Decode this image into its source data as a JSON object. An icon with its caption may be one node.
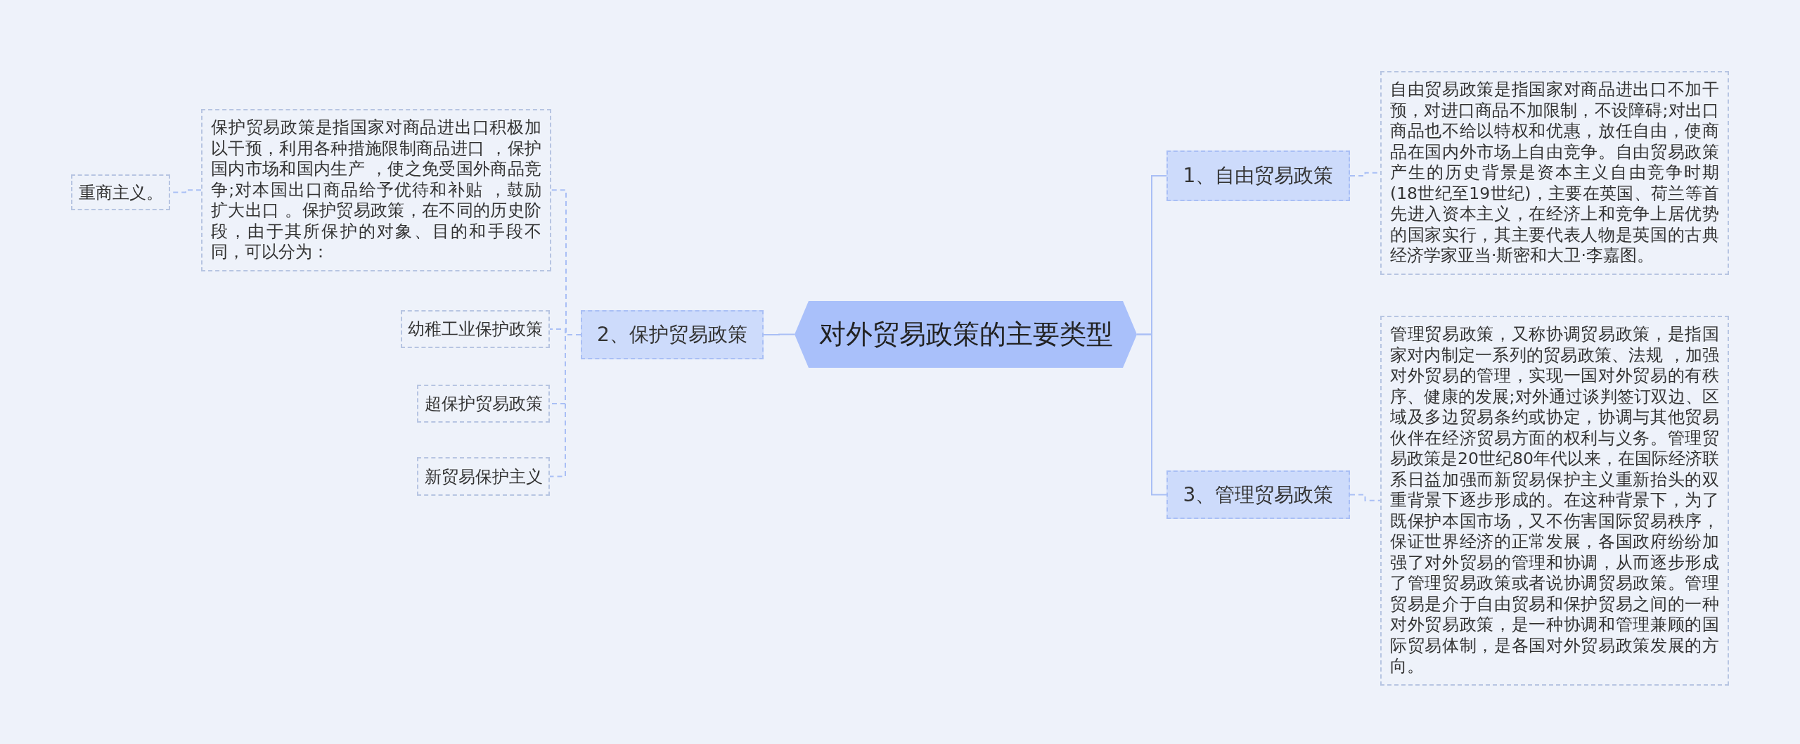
{
  "diagram": {
    "nodes": [
      {
        "text": [
          "对外贸易政策的主要类型"
        ]
      },
      {
        "text": [
          "1、自由贸易政策"
        ]
      },
      {
        "text": [
          "自由贸易政策是指国家对商品进出口不加干预，对进口商品不加限制，不设障碍;对出口商品也不给以特权和优惠，放任自由，使商品在国内外市场上自由竞争。自由贸易政策产生的历史背景是资本主义自由竞争时期(18世纪至19世纪)，主要在英国、荷兰等首先进入资本主义，在经济上和竞争上居优势的国家实行，其主要代表人物是英国的古典经济学家亚当·斯密和大卫·李嘉图。"
        ]
      },
      {
        "text": [
          "2、保护贸易政策"
        ]
      },
      {
        "text": [
          "保护贸易政策是指国家对商品进出口积极加以干预，利用各种措施限制商品进口 ，保护国内市场和国内生产 ，使之免受国外商品竞争;对本国出口商品给予优待和补贴 ，鼓励扩大出口 。保护贸易政策，在不同的历史阶段，由于其所保护的对象、目的和手段不同，可以分为："
        ]
      },
      {
        "text": [
          "重商主义。"
        ]
      },
      {
        "text": [
          "幼稚工业保护政策"
        ]
      },
      {
        "text": [
          "超保护贸易政策"
        ]
      },
      {
        "text": [
          "新贸易保护主义"
        ]
      },
      {
        "text": [
          "3、管理贸易政策"
        ]
      },
      {
        "text": [
          "管理贸易政策，又称协调贸易政策，是指国家对内制定一系列的贸易政策、法规 ，加强对外贸易的管理，实现一国对外贸易的有秩序、健康的发展;对外通过谈判签订双边、区域及多边贸易条约或协定，协调与其他贸易伙伴在经济贸易方面的权利与义务。管理贸易政策是20世纪80年代以来，在国际经济联系日益加强而新贸易保护主义重新抬头的双重背景下逐步形成的。在这种背景下，为了既保护本国市场，又不伤害国际贸易秩序，保证世界经济的正常发展，各国政府纷纷加强了对外贸易的管理和协调，从而逐步形成了管理贸易政策或者说协调贸易政策。管理贸易是介于自由贸易和保护贸易之间的一种对外贸易政策，是一种协调和管理兼顾的国际贸易体制，是各国对外贸易政策发展的方向。"
        ]
      }
    ],
    "edges": [
      {
        "from": 0,
        "to": 1,
        "arrow": "none"
      },
      {
        "from": 0,
        "to": 3,
        "arrow": "none"
      },
      {
        "from": 0,
        "to": 9,
        "arrow": "none"
      },
      {
        "from": 1,
        "to": 2,
        "arrow": "none",
        "style": "dashed"
      },
      {
        "from": 3,
        "to": 4,
        "arrow": "none",
        "style": "dashed"
      },
      {
        "from": 3,
        "to": 6,
        "arrow": "none",
        "style": "dashed"
      },
      {
        "from": 3,
        "to": 7,
        "arrow": "none",
        "style": "dashed"
      },
      {
        "from": 3,
        "to": 8,
        "arrow": "none",
        "style": "dashed"
      },
      {
        "from": 4,
        "to": 5,
        "arrow": "none",
        "style": "dashed"
      },
      {
        "from": 9,
        "to": 10,
        "arrow": "none",
        "style": "dashed"
      }
    ]
  }
}
